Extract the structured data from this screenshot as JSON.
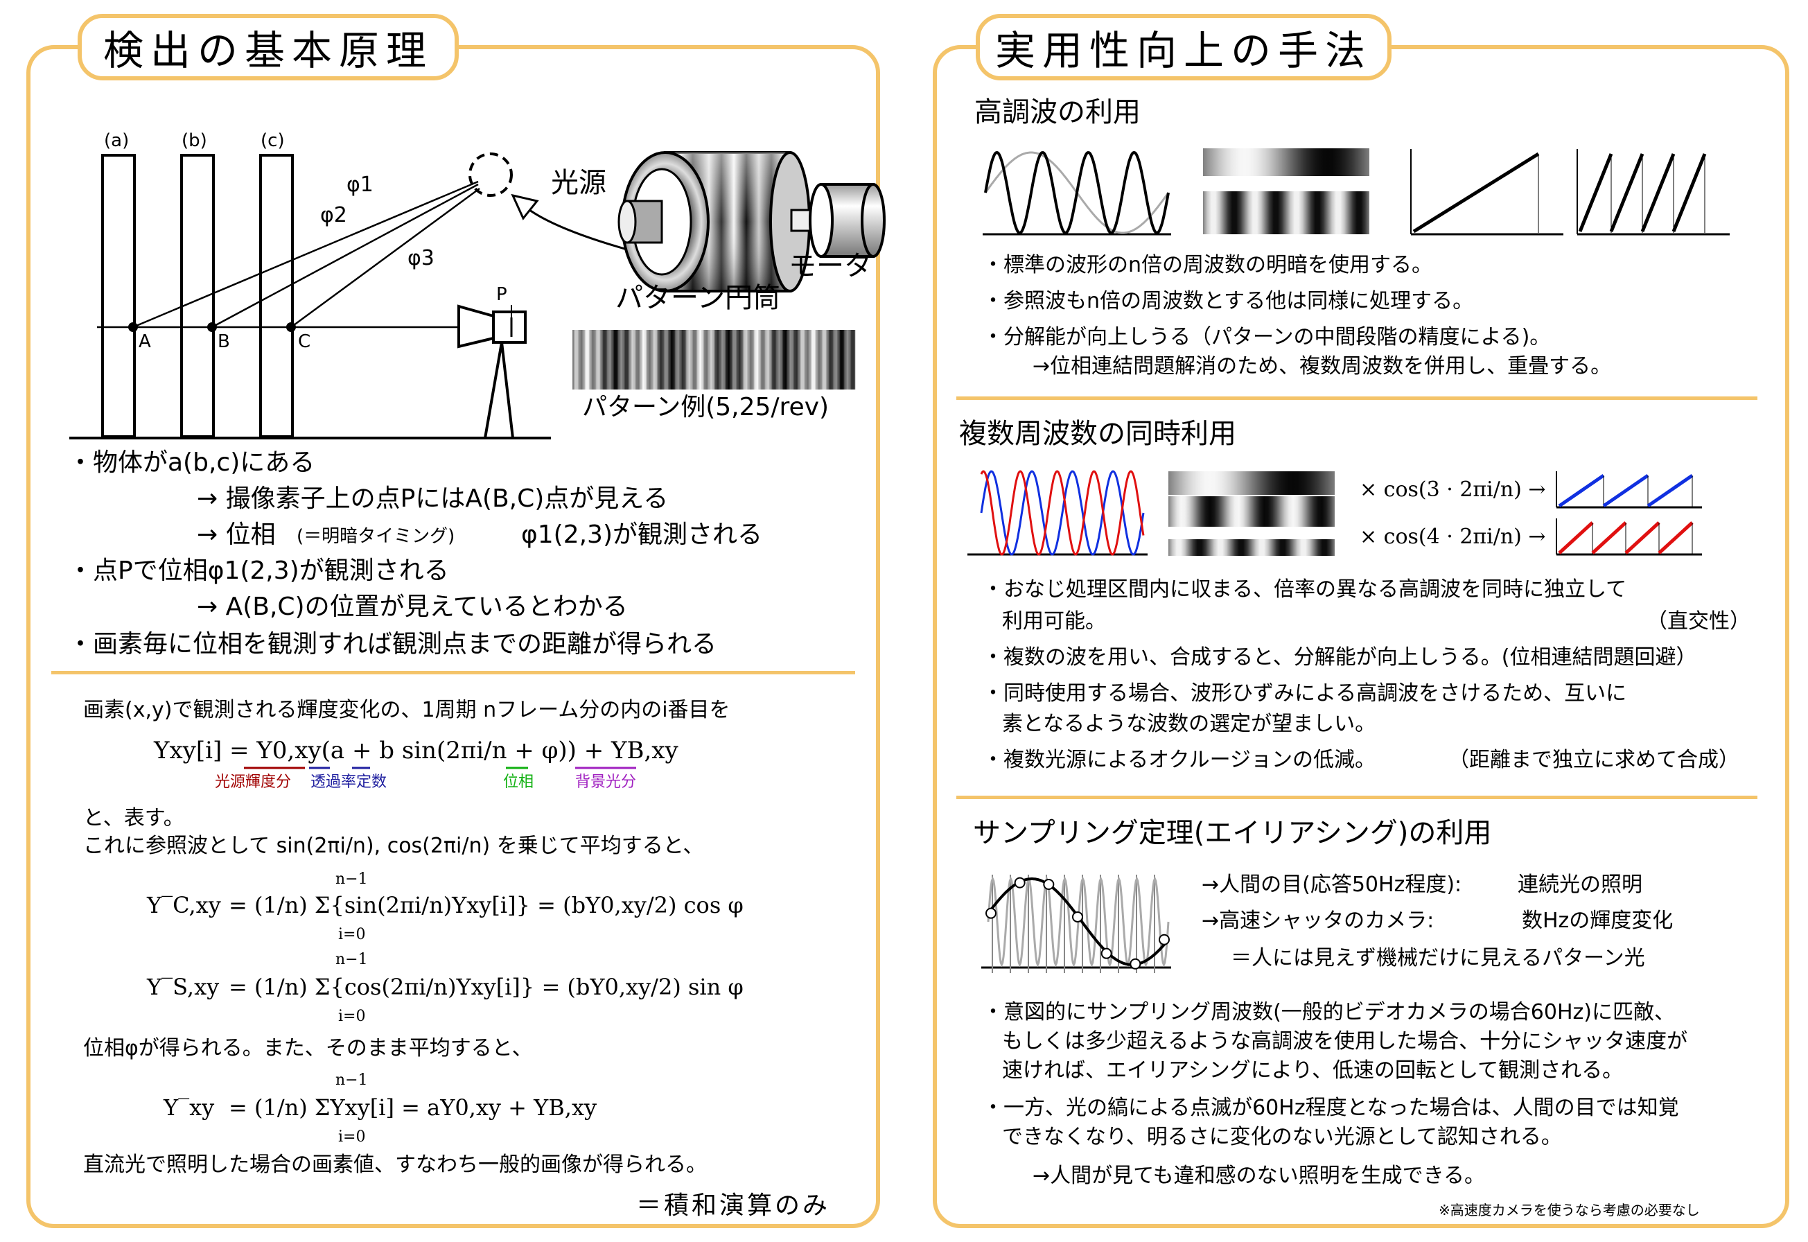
{
  "left": {
    "title": "検出の基本原理",
    "fig": {
      "col_a": "(a)",
      "col_b": "(b)",
      "col_c": "(c)",
      "phi1": "φ1",
      "phi2": "φ2",
      "phi3": "φ3",
      "pt_a": "A",
      "pt_b": "B",
      "pt_c": "C",
      "pt_p": "P",
      "light_source": "光源",
      "motor": "モータ",
      "cylinder": "パターン円筒",
      "pattern_example": "パターン例(5,25/rev)"
    },
    "bullets": [
      "・物体がa(b,c)にある",
      "→ 撮像素子上の点PにはA(B,C)点が見える",
      "→ 位相",
      "(＝明暗タイミング)",
      "φ1(2,3)が観測される",
      "・点Pで位相φ1(2,3)が観測される",
      "→ A(B,C)の位置が見えているとわかる",
      "・画素毎に位相を観測すれば観測点までの距離が得られる"
    ],
    "math": {
      "intro": "画素(x,y)で観測される輝度変化の、1周期 nフレーム分の内のi番目を",
      "eq1": "Yxy[i] = Y0,xy(a + b sin(2πi/n + φ)) + YB,xy",
      "lbl_light": "光源輝度分",
      "lbl_trans": "透過率定数",
      "lbl_phase": "位相",
      "lbl_bg": "背景光分",
      "and": "と、表す。",
      "ref": "これに参照波として sin(2πi/n), cos(2πi/n) を乗じて平均すると、",
      "eq2_lhs": "Y‾C,xy",
      "eq2_rhs": "= (1/n) Σ{sin(2πi/n)Yxy[i]} = (bY0,xy/2) cos φ",
      "eq3_lhs": "Y‾S,xy",
      "eq3_rhs": "= (1/n) Σ{cos(2πi/n)Yxy[i]} = (bY0,xy/2) sin φ",
      "sum_top": "n−1",
      "sum_bot": "i=0",
      "phase_got": "位相φが得られる。また、そのまま平均すると、",
      "eq4_lhs": "Y‾xy",
      "eq4_rhs": "= (1/n) ΣYxy[i] = aY0,xy + YB,xy",
      "dc": "直流光で照明した場合の画素値、すなわち一般的画像が得られる。",
      "only": "＝積和演算のみ"
    }
  },
  "right": {
    "title": "実用性向上の手法",
    "s1": {
      "heading": "高調波の利用",
      "b1": "・標準の波形のn倍の周波数の明暗を使用する。",
      "b2": "・参照波もn倍の周波数とする他は同様に処理する。",
      "b3": "・分解能が向上しうる（パターンの中間段階の精度による)。",
      "b4": "→位相連結問題解消のため、複数周波数を併用し、重畳する。"
    },
    "s2": {
      "heading": "複数周波数の同時利用",
      "m1": "× cos(3 · 2πi/n) →",
      "m2": "× cos(4 · 2πi/n) →",
      "b1": "・おなじ処理区間内に収まる、倍率の異なる高調波を同時に独立して",
      "b1b": "利用可能。",
      "b1c": "（直交性）",
      "b2": "・複数の波を用い、合成すると、分解能が向上しうる。(位相連結問題回避）",
      "b3": "・同時使用する場合、波形ひずみによる高調波をさけるため、互いに",
      "b3b": "素となるような波数の選定が望ましい。",
      "b4": "・複数光源によるオクルージョンの低減。",
      "b4b": "（距離まで独立に求めて合成）"
    },
    "s3": {
      "heading": "サンプリング定理(エイリアシング)の利用",
      "l1a": "→人間の目(応答50Hz程度):",
      "l1b": "連続光の照明",
      "l2a": "→高速シャッタのカメラ:",
      "l2b": "数Hzの輝度変化",
      "l3": "＝人には見えず機械だけに見えるパターン光",
      "b1": "・意図的にサンプリング周波数(一般的ビデオカメラの場合60Hz)に匹敵、",
      "b1b": "もしくは多少超えるような高調波を使用した場合、十分にシャッタ速度が",
      "b1c": "速ければ、エイリアシングにより、低速の回転として観測される。",
      "b2": "・一方、光の縞による点滅が60Hz程度となった場合は、人間の目では知覚",
      "b2b": "できなくなり、明るさに変化のない光源として認知される。",
      "b3": "→人間が見ても違和感のない照明を生成できる。",
      "note": "※高速度カメラを使うなら考慮の必要なし"
    }
  },
  "colors": {
    "accent": "#f4c46a",
    "red": "#e01010",
    "blue": "#1030e0",
    "green": "#10b010",
    "purple": "#a020c0",
    "darkred": "#a00000",
    "navy": "#2020a0"
  }
}
